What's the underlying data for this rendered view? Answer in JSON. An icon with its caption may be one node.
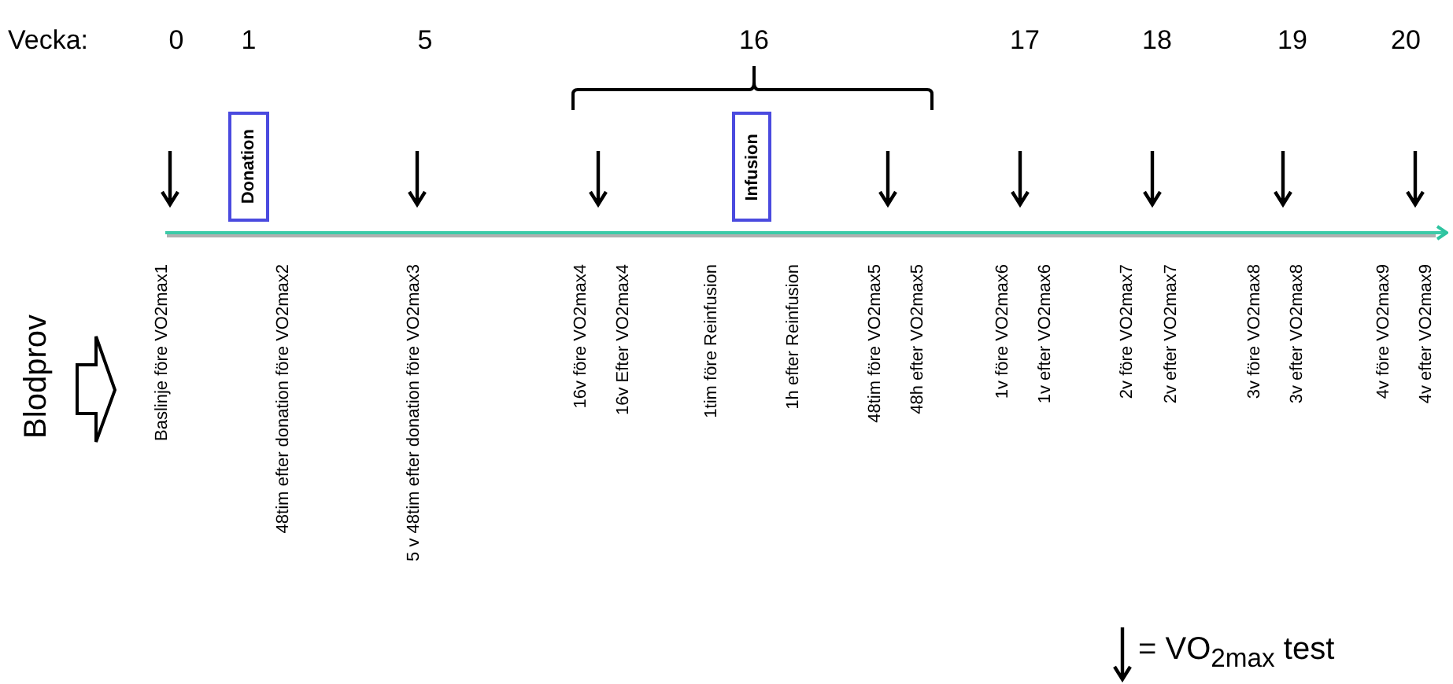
{
  "diagram": {
    "nodes": [
      {
        "text": [
          "Donation"
        ]
      },
      {
        "text": [
          "Infusion"
        ]
      }
    ],
    "labels": [
      "Vecka:",
      "0",
      "1",
      "5",
      "16",
      "17",
      "18",
      "19",
      "20",
      "Blodprov",
      "Baslinje före VO2max1",
      "48tim efter donation före  VO2max2",
      "5 v 48tim efter donation före VO2max3",
      "16v före VO2max4",
      "16v Efter VO2max4",
      "1tim före Reinfusion",
      "1h efter Reinfusion",
      "48tim före VO2max5",
      "48h efter VO2max5",
      "1v före VO2max6",
      "1v efter VO2max6",
      "2v före VO2max7",
      "2v efter VO2max7",
      "3v före VO2max8",
      "3v efter VO2max8",
      "4v före VO2max9",
      "4v efter VO2max9"
    ],
    "legend": [
      {
        "text": "= VO$_{2max}$ test"
      }
    ]
  }
}
